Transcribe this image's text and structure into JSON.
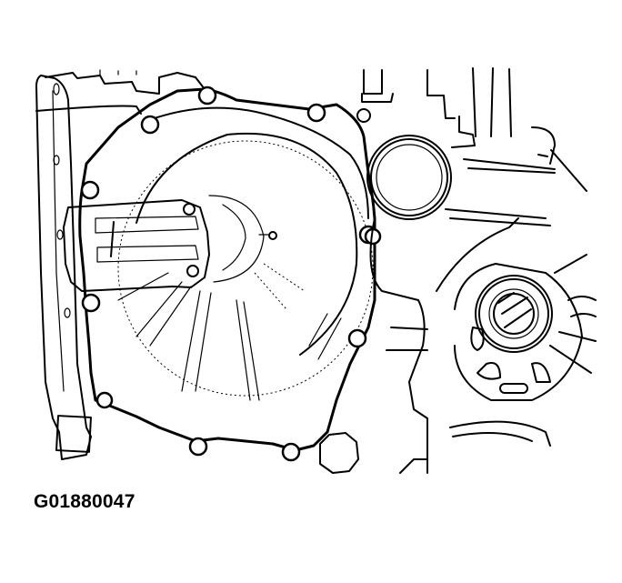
{
  "figure": {
    "caption": "G01880047",
    "subject": "transaxle side cover line drawing",
    "line_color": "#000000",
    "background_color": "#ffffff",
    "components": [
      "side-cover",
      "cover-bolts",
      "shift-lever-plate",
      "pipe-fitting",
      "output-shaft-seal",
      "drain-plug",
      "transaxle-housing"
    ]
  }
}
